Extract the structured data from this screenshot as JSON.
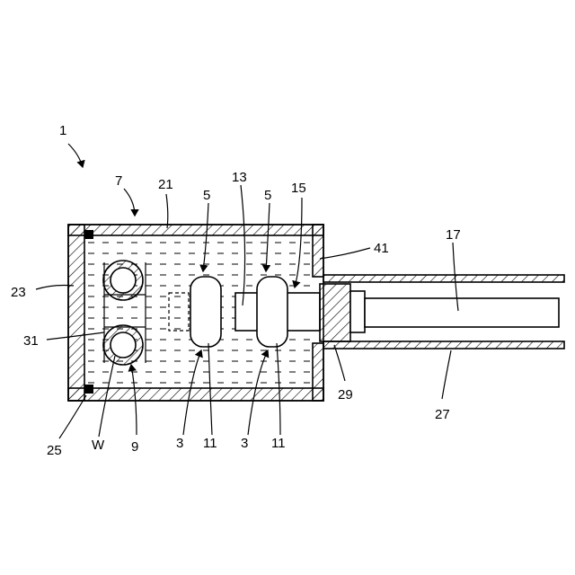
{
  "labels": {
    "l1": "1",
    "l7": "7",
    "l21": "21",
    "l5a": "5",
    "l13": "13",
    "l5b": "5",
    "l15": "15",
    "l41": "41",
    "l17": "17",
    "l23": "23",
    "l31": "31",
    "l25": "25",
    "lW": "W",
    "l9": "9",
    "l3a": "3",
    "l11a": "11",
    "l3b": "3",
    "l11b": "11",
    "l29": "29",
    "l27": "27"
  }
}
